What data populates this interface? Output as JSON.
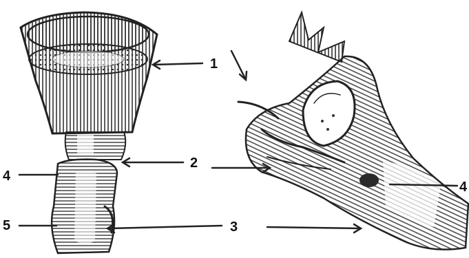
{
  "labels": {
    "n1": "1",
    "n2": "2",
    "n3": "3",
    "n4_left": "4",
    "n4_right": "4",
    "n5": "5"
  },
  "colors": {
    "ink": "#222222",
    "shade": "#555555",
    "paper": "#ffffff"
  }
}
